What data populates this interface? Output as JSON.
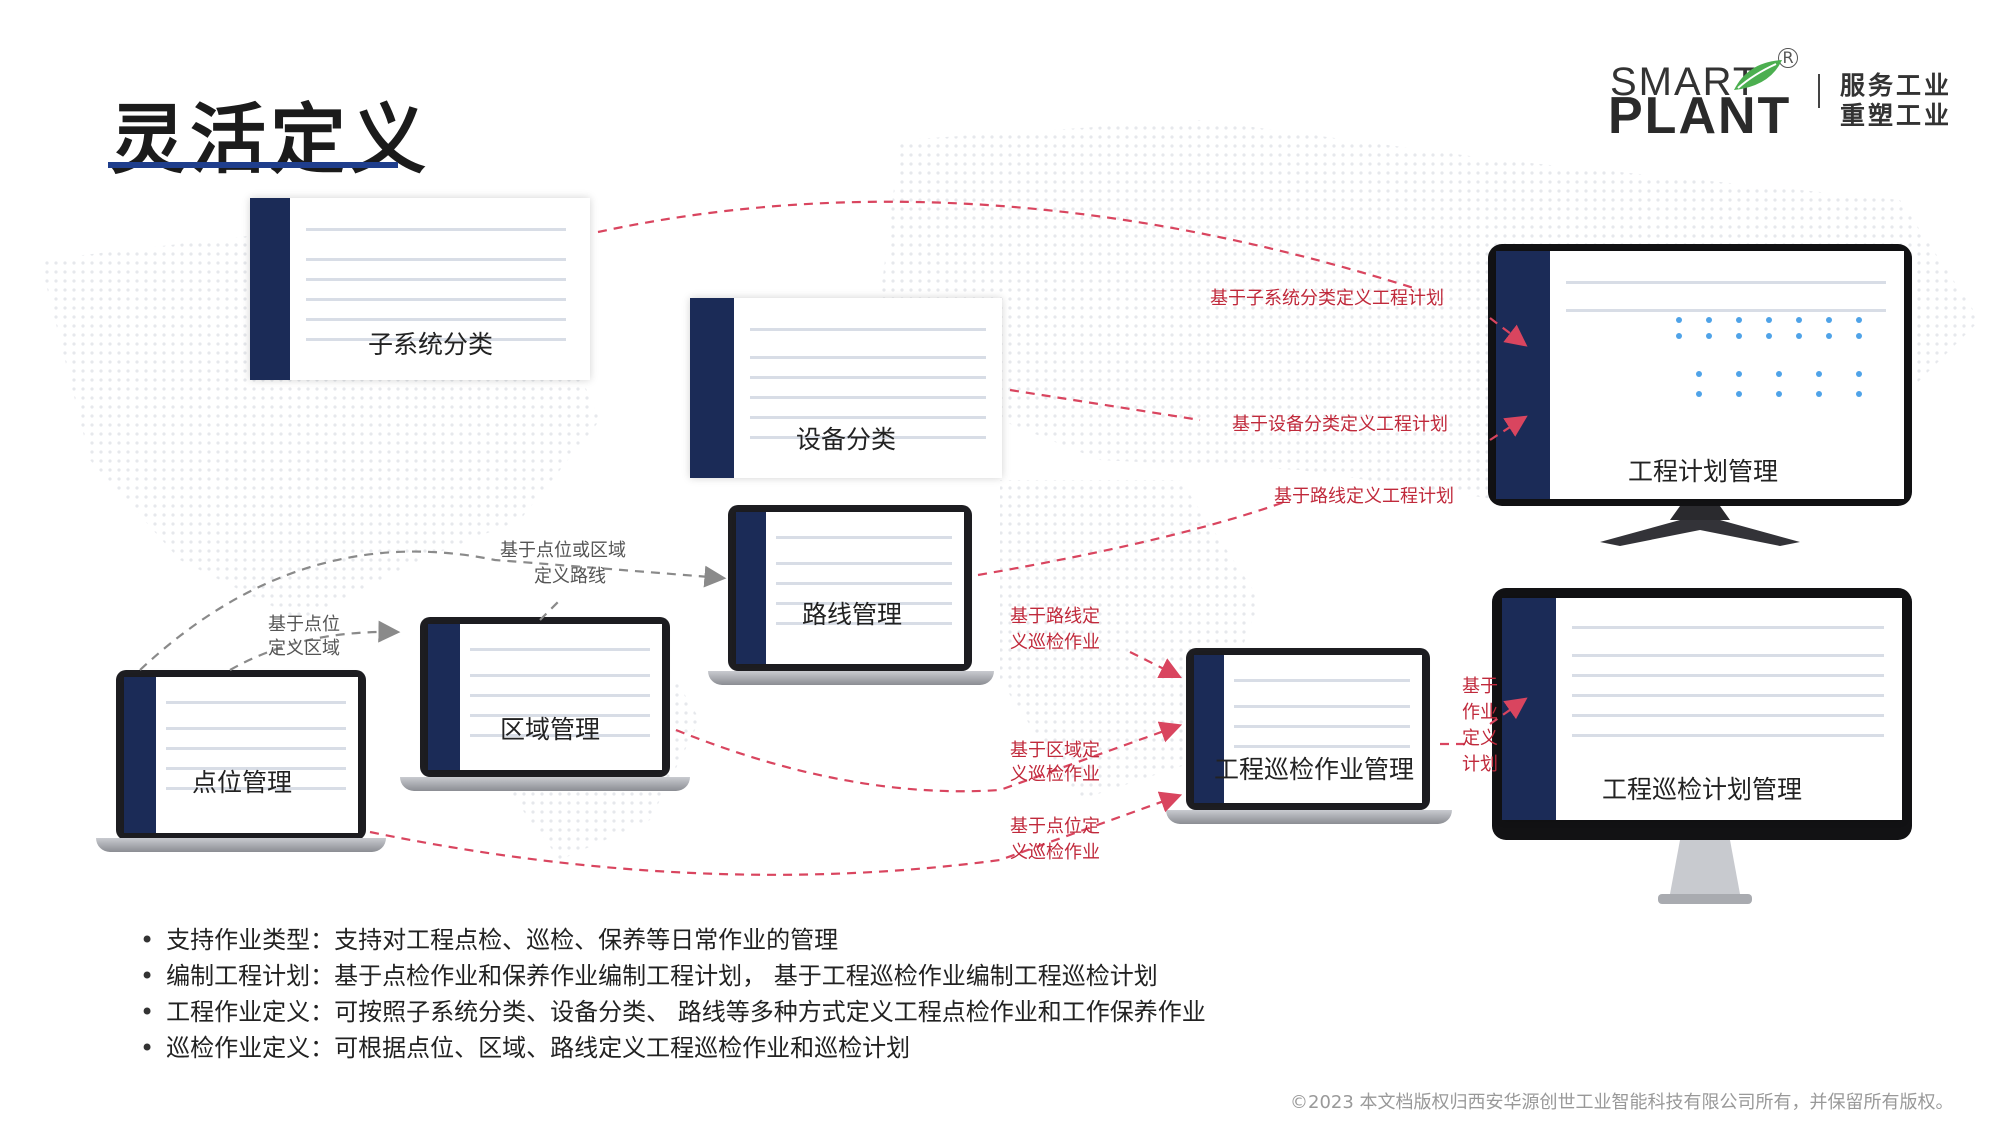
{
  "title": "灵活定义",
  "logo": {
    "smart": "SMART",
    "plant": "PLANT",
    "slogan_1": "服务工业",
    "slogan_2": "重塑工业"
  },
  "screens": {
    "subsystem": "子系统分类",
    "equipment": "设备分类",
    "route": "路线管理",
    "area": "区域管理",
    "point": "点位管理",
    "eng_plan": "工程计划管理",
    "inspection_task": "工程巡检作业管理",
    "inspection_plan": "工程巡检计划管理"
  },
  "labels": {
    "by_subsystem": "基于子系统分类定义工程计划",
    "by_equipment": "基于设备分类定义工程计划",
    "by_route": "基于路线定义工程计划",
    "point_area_route_1": "基于点位或区域",
    "point_area_route_2": "定义路线",
    "point_area_1": "基于点位",
    "point_area_2": "定义区域",
    "route_task_1": "基于路线定",
    "route_task_2": "义巡检作业",
    "area_task_1": "基于区域定",
    "area_task_2": "义巡检作业",
    "point_task_1": "基于点位定",
    "point_task_2": "义巡检作业",
    "task_plan_1": "基于",
    "task_plan_2": "作业",
    "task_plan_3": "定义",
    "task_plan_4": "计划"
  },
  "bullets": [
    "支持作业类型：支持对工程点检、巡检、保养等日常作业的管理",
    "编制工程计划：基于点检作业和保养作业编制工程计划， 基于工程巡检作业编制工程巡检计划",
    "工程作业定义：可按照子系统分类、设备分类、 路线等多种方式定义工程点检作业和工作保养作业",
    "巡检作业定义：可根据点位、区域、路线定义工程巡检作业和巡检计划"
  ],
  "footer": "©2023 本文档版权归西安华源创世工业智能科技有限公司所有，并保留所有版权。",
  "colors": {
    "accent": "#1f3e8c",
    "arrow": "#d9455f",
    "label": "#c0293b",
    "sidebar": "#1b2b57"
  }
}
